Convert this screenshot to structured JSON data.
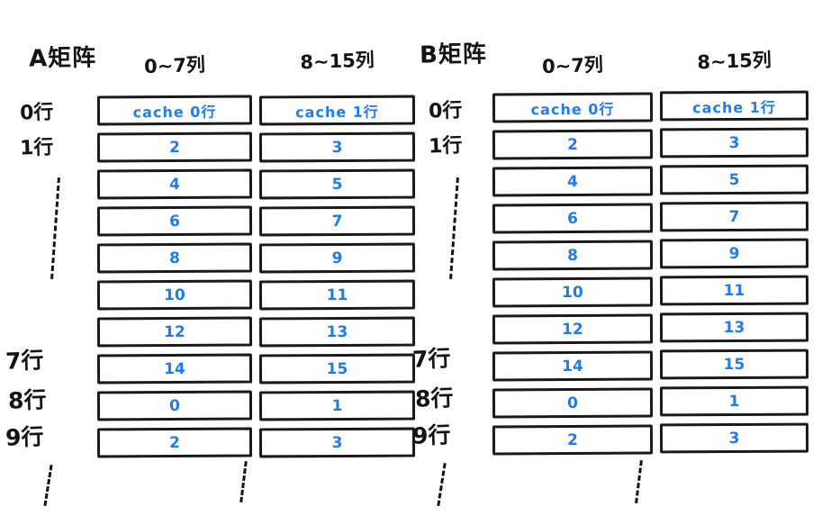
{
  "ink": {
    "black_ink": "#141414",
    "blue_ink": "#1f7ce8",
    "background": "#ffffff"
  },
  "matrices": [
    {
      "title": "A矩阵",
      "col_headers": [
        "0~7列",
        "8~15列"
      ],
      "row_labels": {
        "top": [
          "0行",
          "1行"
        ],
        "bottom": [
          "7行",
          "8行",
          "9行"
        ]
      },
      "rows": [
        [
          "cache 0行",
          "cache 1行"
        ],
        [
          "2",
          "3"
        ],
        [
          "4",
          "5"
        ],
        [
          "6",
          "7"
        ],
        [
          "8",
          "9"
        ],
        [
          "10",
          "11"
        ],
        [
          "12",
          "13"
        ],
        [
          "14",
          "15"
        ],
        [
          "0",
          "1"
        ],
        [
          "2",
          "3"
        ]
      ]
    },
    {
      "title": "B矩阵",
      "col_headers": [
        "0~7列",
        "8~15列"
      ],
      "row_labels": {
        "top": [
          "0行",
          "1行"
        ],
        "bottom": [
          "7行",
          "8行",
          "9行"
        ]
      },
      "rows": [
        [
          "cache 0行",
          "cache 1行"
        ],
        [
          "2",
          "3"
        ],
        [
          "4",
          "5"
        ],
        [
          "6",
          "7"
        ],
        [
          "8",
          "9"
        ],
        [
          "10",
          "11"
        ],
        [
          "12",
          "13"
        ],
        [
          "14",
          "15"
        ],
        [
          "0",
          "1"
        ],
        [
          "2",
          "3"
        ]
      ]
    }
  ]
}
